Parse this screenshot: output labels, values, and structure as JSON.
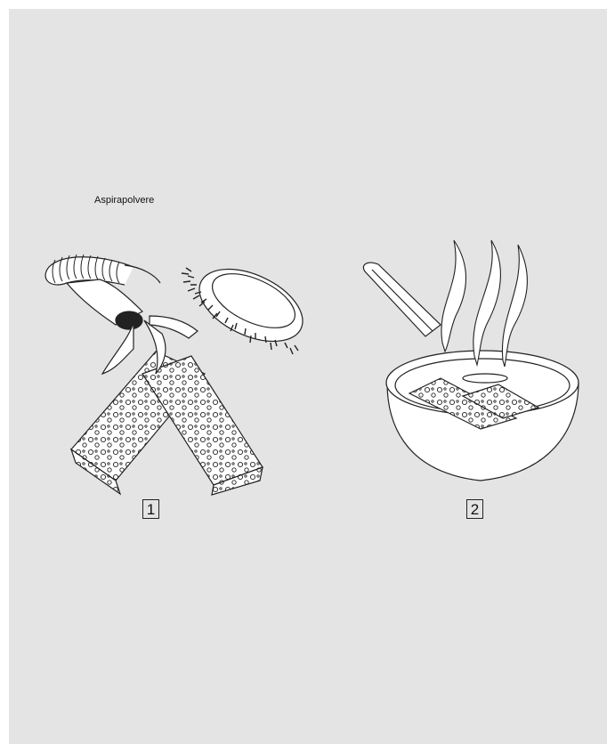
{
  "labels": {
    "vacuum": "Aspirapolvere"
  },
  "steps": [
    {
      "number": "1"
    },
    {
      "number": "2"
    }
  ],
  "illustrations": [
    {
      "name": "vacuum-and-brush-cleaning-sponges",
      "icon": "vacuum-hose-icon"
    },
    {
      "name": "boiling-sponges-in-pot",
      "icon": "pot-icon"
    }
  ],
  "colors": {
    "background": "#e4e4e5",
    "line": "#222222",
    "fill": "#ffffff"
  }
}
